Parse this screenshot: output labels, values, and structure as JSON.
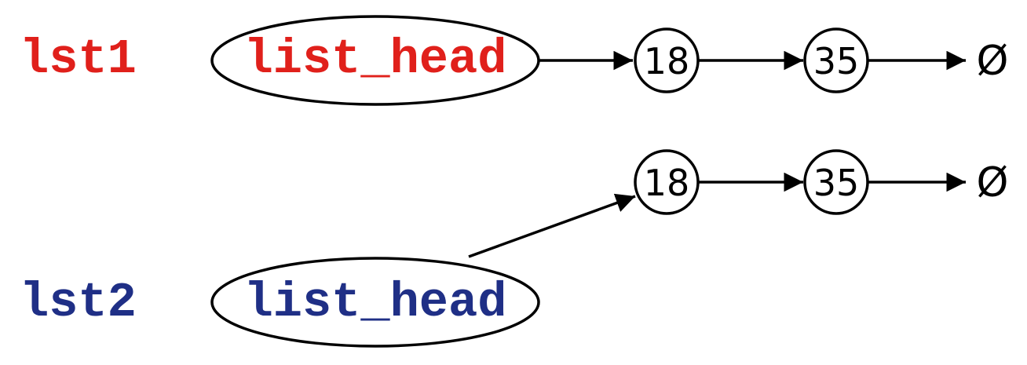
{
  "colors": {
    "lst1": "#e0201b",
    "lst2": "#1f2f86",
    "stroke": "#000000"
  },
  "lst1": {
    "var_name": "lst1",
    "head_label": "list_head",
    "nodes": [
      "18",
      "35"
    ],
    "null_symbol": "Ø"
  },
  "lst2": {
    "var_name": "lst2",
    "head_label": "list_head",
    "nodes": [
      "18",
      "35"
    ],
    "null_symbol": "Ø"
  }
}
